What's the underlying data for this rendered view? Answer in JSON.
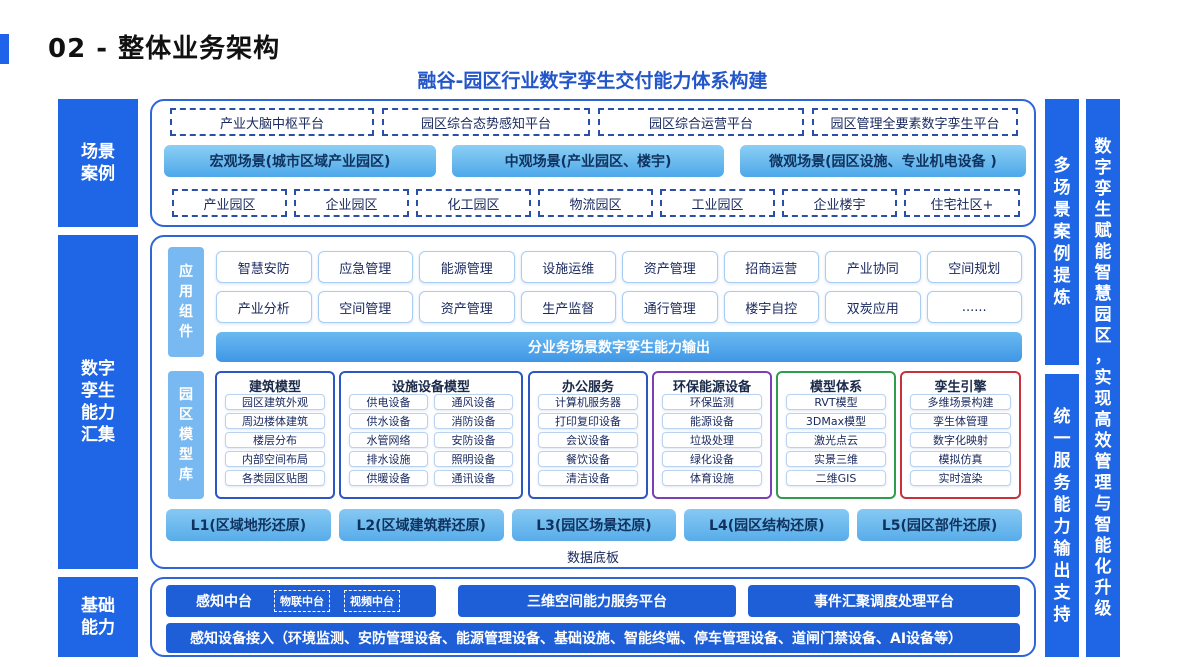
{
  "header": {
    "page_title": "02 - 整体业务架构",
    "arch_title": "融谷-园区行业数字孪生交付能力体系构建"
  },
  "left_labels": {
    "scene": [
      "场景",
      "案例"
    ],
    "twin": [
      "数字",
      "孪生",
      "能力",
      "汇集"
    ],
    "base": [
      "基础",
      "能力"
    ]
  },
  "scene": {
    "platforms": [
      "产业大脑中枢平台",
      "园区综合态势感知平台",
      "园区综合运营平台",
      "园区管理全要素数字孪生平台"
    ],
    "scenarios": [
      "宏观场景(城市区域产业园区)",
      "中观场景(产业园区、楼宇)",
      "微观场景(园区设施、专业机电设备 )"
    ],
    "park_types": [
      "产业园区",
      "企业园区",
      "化工园区",
      "物流园区",
      "工业园区",
      "企业楼宇",
      "住宅社区+"
    ]
  },
  "twin": {
    "app_label": [
      "应",
      "用",
      "组",
      "件"
    ],
    "app_row1": [
      "智慧安防",
      "应急管理",
      "能源管理",
      "设施运维",
      "资产管理",
      "招商运营",
      "产业协同",
      "空间规划"
    ],
    "app_row2": [
      "产业分析",
      "空间管理",
      "资产管理",
      "生产监督",
      "通行管理",
      "楼宇自控",
      "双炭应用",
      "......"
    ],
    "output_bar": "分业务场景数字孪生能力输出",
    "model_label": [
      "园",
      "区",
      "模",
      "型",
      "库"
    ],
    "groups": [
      {
        "title": "建筑模型",
        "color": "#2c57c2",
        "items": [
          "园区建筑外观",
          "周边楼体建筑",
          "楼层分布",
          "内部空间布局",
          "各类园区贴图"
        ]
      },
      {
        "title": "设施设备模型",
        "color": "#2c57c2",
        "items": [
          "供电设备",
          "通风设备",
          "供水设备",
          "消防设备",
          "水管网络",
          "安防设备",
          "排水设施",
          "照明设备",
          "供暖设备",
          "通讯设备"
        ]
      },
      {
        "title": "办公服务",
        "color": "#2c57c2",
        "items": [
          "计算机服务器",
          "打印复印设备",
          "会议设备",
          "餐饮设备",
          "清洁设备"
        ]
      },
      {
        "title": "环保能源设备",
        "color": "#7b3fb6",
        "items": [
          "环保监测",
          "能源设备",
          "垃圾处理",
          "绿化设备",
          "体育设施"
        ]
      },
      {
        "title": "模型体系",
        "color": "#2e9e4e",
        "items": [
          "RVT模型",
          "3DMax模型",
          "激光点云",
          "实景三维",
          "二维GIS"
        ]
      },
      {
        "title": "孪生引擎",
        "color": "#c9323a",
        "items": [
          "多维场景构建",
          "孪生体管理",
          "数字化映射",
          "模拟仿真",
          "实时渲染"
        ]
      }
    ],
    "levels": [
      "L1(区域地形还原)",
      "L2(区域建筑群还原)",
      "L3(园区场景还原)",
      "L4(园区结构还原)",
      "L5(园区部件还原)"
    ],
    "base_label": "数据底板"
  },
  "base": {
    "perception": "感知中台",
    "iot": "物联中台",
    "video": "视频中台",
    "spatial": "三维空间能力服务平台",
    "event": "事件汇聚调度处理平台",
    "access": "感知设备接入（环境监测、安防管理设备、能源管理设备、基础设施、智能终端、停车管理设备、道闸门禁设备、AI设备等）"
  },
  "right_labels": {
    "multi_scene": [
      "多",
      "场",
      "景",
      "案",
      "例",
      "提",
      "炼"
    ],
    "unified": [
      "统",
      "一",
      "服",
      "务",
      "能",
      "力",
      "输",
      "出",
      "支",
      "持"
    ],
    "empower": [
      "数",
      "字",
      "孪",
      "生",
      "赋",
      "能",
      "智",
      "慧",
      "园",
      "区",
      "，",
      "实",
      "现",
      "高",
      "效",
      "管",
      "理",
      "与",
      "智",
      "能",
      "化",
      "升",
      "级"
    ]
  },
  "colors": {
    "primary": "#1e66e6",
    "accent_purple": "#7b3fb6",
    "accent_green": "#2e9e4e",
    "accent_red": "#c9323a"
  }
}
